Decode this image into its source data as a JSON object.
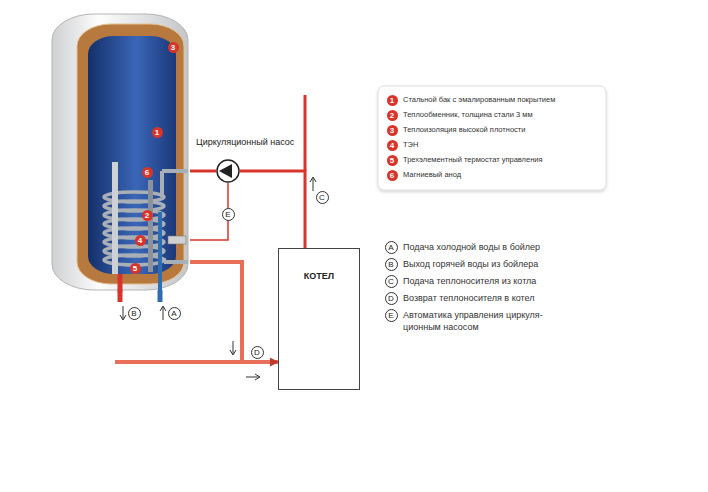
{
  "diagram": {
    "nodes": [
      {
        "text": [
          "3",
          "1",
          "6",
          "2",
          "4",
          "5"
        ]
      },
      {
        "text": [
          "Циркуляционный насос"
        ]
      },
      {
        "text": [
          "КОТЕЛ"
        ]
      }
    ],
    "edges": [
      {
        "from": 2,
        "to": 1,
        "arrow": "none",
        "label": "C"
      },
      {
        "from": 1,
        "to": 0,
        "arrow": "none"
      },
      {
        "from": 0,
        "to": 1,
        "arrow": "none",
        "label": "E"
      },
      {
        "from": 0,
        "to": 2,
        "arrow": "to",
        "label": "D"
      }
    ],
    "labels": [
      "B",
      "A",
      "1",
      "2",
      "3",
      "4",
      "5",
      "6",
      "A",
      "B",
      "C",
      "D",
      "E"
    ],
    "legend": [
      {
        "text": "Стальной бак с эмалированным покрытием"
      },
      {
        "text": "Теплообменник, толщина стали 3 мм"
      },
      {
        "text": "Теплоизоляция высокой плотности"
      },
      {
        "text": "ТЭН"
      },
      {
        "text": "Трехэлементный термостат управления"
      },
      {
        "text": "Магниевый анод"
      },
      {
        "text": "Подача холодной воды в бойлер"
      },
      {
        "text": "Выход горячей воды из бойлера"
      },
      {
        "text": "Подача теплоносителя из котла"
      },
      {
        "text": "Возврат теплоносителя в котел"
      },
      {
        "text": "Автоматика управления циркуля- ционным насосом"
      }
    ]
  }
}
